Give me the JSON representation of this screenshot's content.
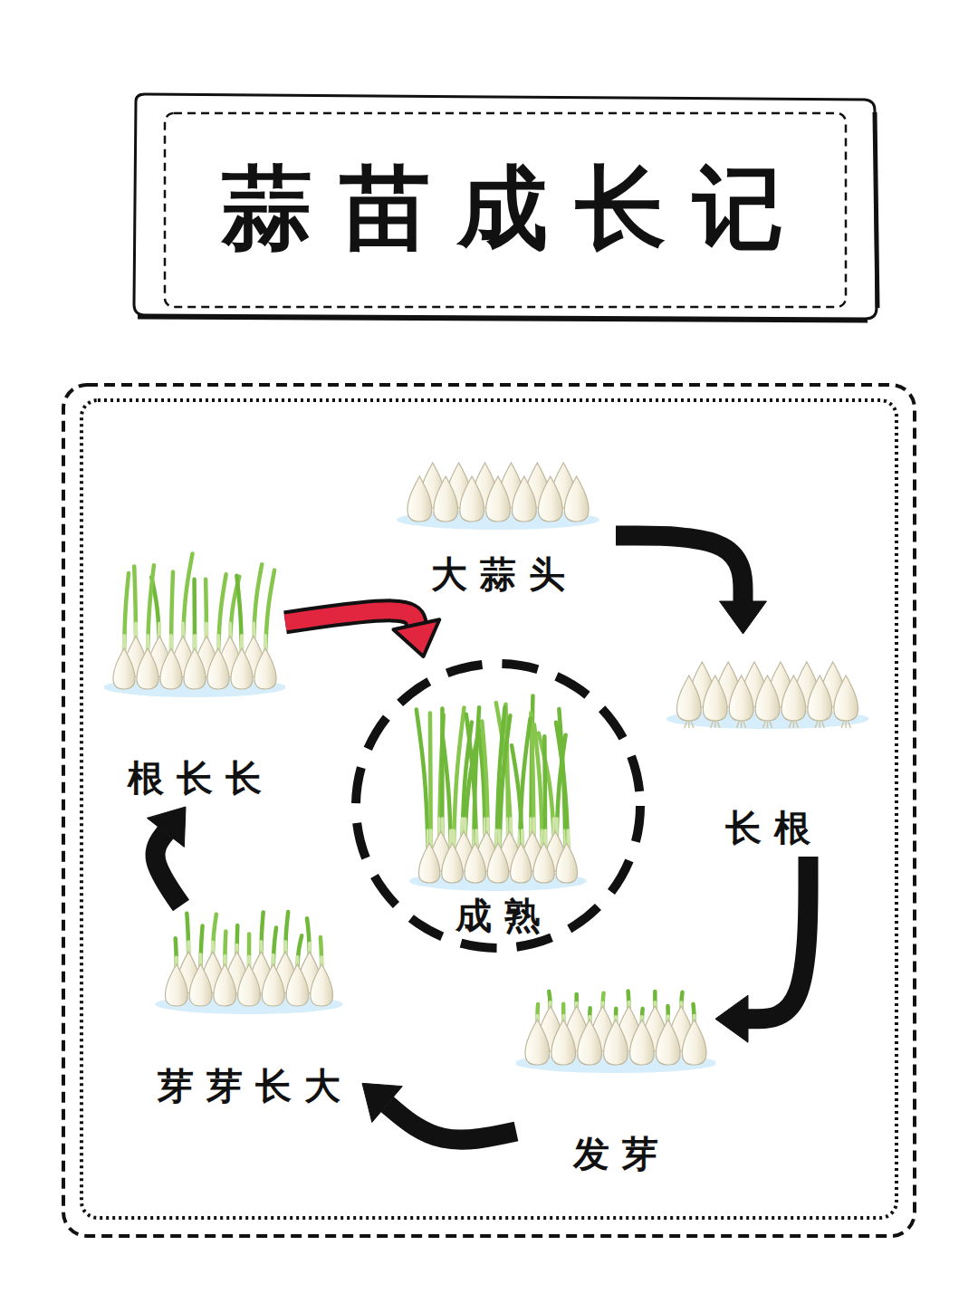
{
  "diagram": {
    "title": "蒜苗成长记",
    "nodes": [
      {
        "text": [
          "大蒜头"
        ]
      },
      {
        "text": [
          "长根"
        ]
      },
      {
        "text": [
          "发芽"
        ]
      },
      {
        "text": [
          "芽芽长大"
        ]
      },
      {
        "text": [
          "根长长"
        ]
      },
      {
        "text": [
          "成熟"
        ]
      }
    ],
    "edges": [
      {
        "from": 0,
        "to": 1,
        "arrow": "to"
      },
      {
        "from": 1,
        "to": 2,
        "arrow": "to"
      },
      {
        "from": 2,
        "to": 3,
        "arrow": "to"
      },
      {
        "from": 3,
        "to": 4,
        "arrow": "to"
      },
      {
        "from": 4,
        "to": 5,
        "arrow": "to"
      }
    ]
  }
}
